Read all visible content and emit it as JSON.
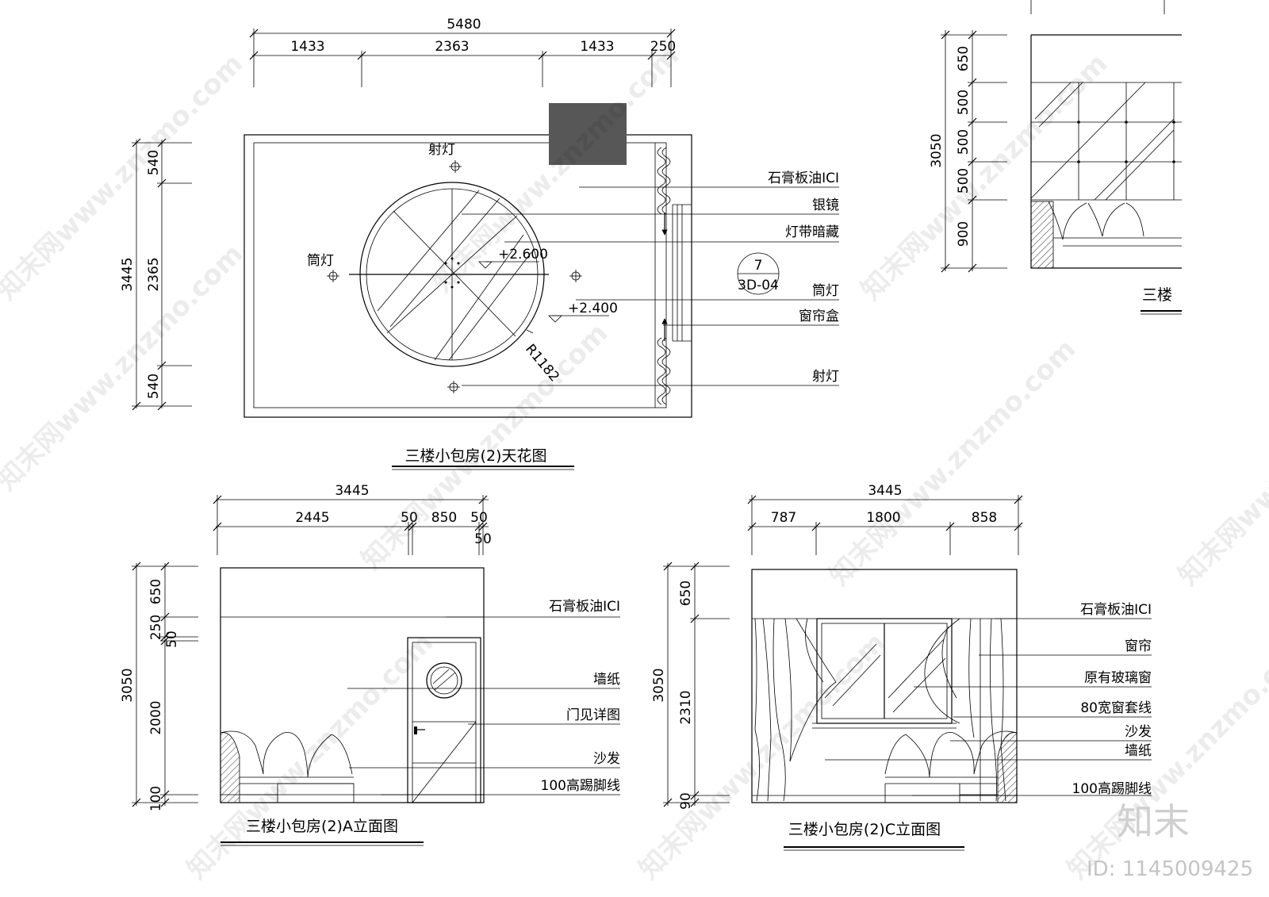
{
  "ceiling": {
    "title": "三楼小包房(2)天花图",
    "dims_top_total": "5480",
    "dims_top": [
      "1433",
      "2363",
      "1433",
      "250"
    ],
    "dims_left_total": "3445",
    "dims_left": [
      "540",
      "2365",
      "540"
    ],
    "labels": [
      "石膏板油ICI",
      "银镜",
      "灯带暗藏",
      "筒灯",
      "窗帘盒",
      "射灯"
    ],
    "light_top": "射灯",
    "light_left": "筒灯",
    "level_1": "+2.600",
    "level_2": "+2.400",
    "radius": "R1182",
    "callout_num": "7",
    "callout_ref": "3D-04"
  },
  "elev_b": {
    "title_partial": "三楼",
    "dims_left_total": "3050",
    "dims_left": [
      "650",
      "500",
      "500",
      "500",
      "900"
    ]
  },
  "elev_a": {
    "title": "三楼小包房(2)A立面图",
    "dims_top_total": "3445",
    "dims_top": [
      "2445",
      "50",
      "850",
      "50"
    ],
    "dims_top_extra": "50",
    "dims_left_total": "3050",
    "dims_left": [
      "650",
      "250",
      "50",
      "2000",
      "100"
    ],
    "labels": [
      "石膏板油ICI",
      "墙纸",
      "门见详图",
      "沙发",
      "100高踢脚线"
    ]
  },
  "elev_c": {
    "title": "三楼小包房(2)C立面图",
    "dims_top_total": "3445",
    "dims_top": [
      "787",
      "1800",
      "858"
    ],
    "dims_left_total": "3050",
    "dims_left": [
      "650",
      "2310",
      "90"
    ],
    "labels": [
      "石膏板油ICI",
      "窗帘",
      "原有玻璃窗",
      "80宽窗套线",
      "沙发",
      "墙纸",
      "100高踢脚线"
    ]
  },
  "watermark": {
    "text": "知末网www.znzmo.com",
    "brand": "知末",
    "id": "ID: 1145009425"
  }
}
